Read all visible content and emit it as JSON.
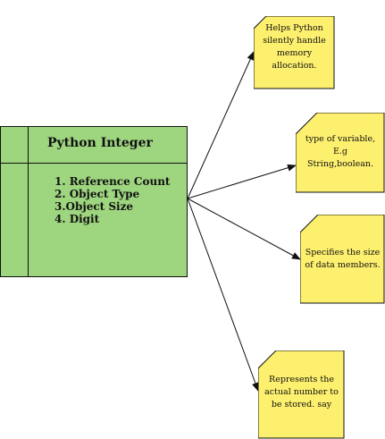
{
  "class_box": {
    "title": "Python Integer",
    "attributes": [
      "1. Reference Count",
      "2. Object Type",
      "3.Object Size",
      "4. Digit"
    ]
  },
  "notes": [
    {
      "text": "Helps Python silently handle memory allocation."
    },
    {
      "text": "type of variable, E.g String,boolean."
    },
    {
      "text": "Specifies the size of data members."
    },
    {
      "text": "Represents the actual number to be stored. say"
    }
  ],
  "colors": {
    "class_fill": "#9ed57f",
    "note_fill": "#fdf06f",
    "line": "#111111"
  }
}
